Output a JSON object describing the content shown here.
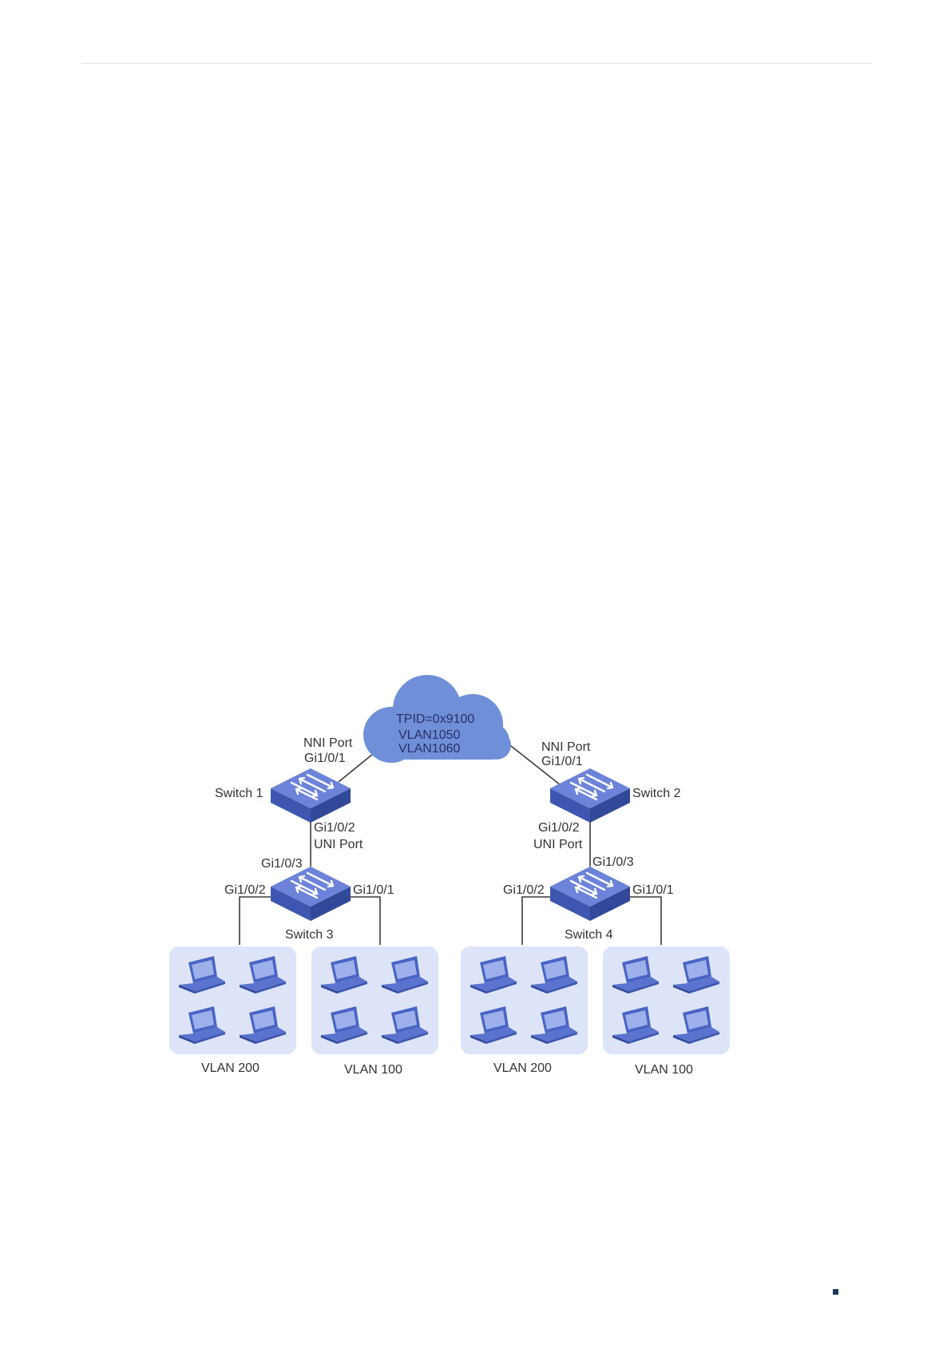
{
  "colors": {
    "cloud": "#6f8fd8",
    "switch_top": "#6c83d9",
    "switch_side": "#3e56b0",
    "group_bg": "#dde4f7",
    "laptop": "#4a64c4",
    "page_marker": "#1d3a56"
  },
  "cloud": {
    "tpid": "TPID=0x9100",
    "vlan_a": "VLAN1050",
    "vlan_b": "VLAN1060"
  },
  "switches": {
    "s1": {
      "name": "Switch 1",
      "nni_label": "NNI Port",
      "nni_port": "Gi1/0/1",
      "uni_port": "Gi1/0/2",
      "uni_label": "UNI Port"
    },
    "s2": {
      "name": "Switch 2",
      "nni_label": "NNI Port",
      "nni_port": "Gi1/0/1",
      "uni_port": "Gi1/0/2",
      "uni_label": "UNI Port"
    },
    "s3": {
      "name": "Switch 3",
      "up_port": "Gi1/0/3",
      "left_port": "Gi1/0/2",
      "right_port": "Gi1/0/1"
    },
    "s4": {
      "name": "Switch 4",
      "up_port": "Gi1/0/3",
      "left_port": "Gi1/0/2",
      "right_port": "Gi1/0/1"
    }
  },
  "groups": [
    {
      "label": "VLAN 200"
    },
    {
      "label": "VLAN 100"
    },
    {
      "label": "VLAN 200"
    },
    {
      "label": "VLAN 100"
    }
  ],
  "icons": {
    "cloud": "cloud-icon",
    "switch": "switch-icon",
    "laptop": "laptop-icon"
  }
}
